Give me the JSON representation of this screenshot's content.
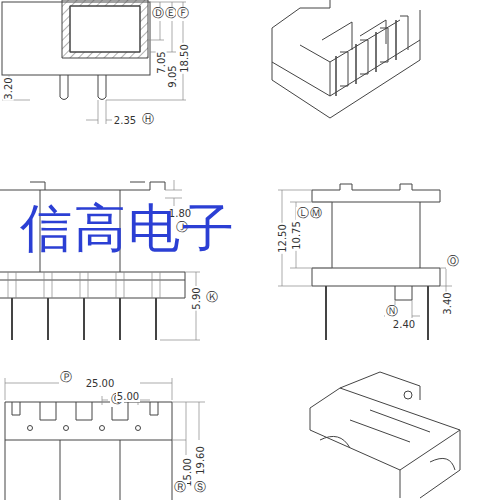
{
  "diagram": {
    "labels": [
      "Ⓓ",
      "Ⓔ",
      "Ⓕ",
      "7.05",
      "9.05",
      "18.50",
      "3.20",
      "2.35",
      "Ⓗ",
      "1.80",
      "Ⓙ",
      "5.90",
      "Ⓚ",
      "12.50",
      "10.75",
      "Ⓛ",
      "Ⓜ",
      "Ⓞ",
      "3.40",
      "Ⓝ",
      "2.40",
      "Ⓟ",
      "25.00",
      "Ⓠ",
      "5.00",
      "15.00",
      "19.60",
      "Ⓡ",
      "Ⓢ",
      "信高电子"
    ]
  }
}
